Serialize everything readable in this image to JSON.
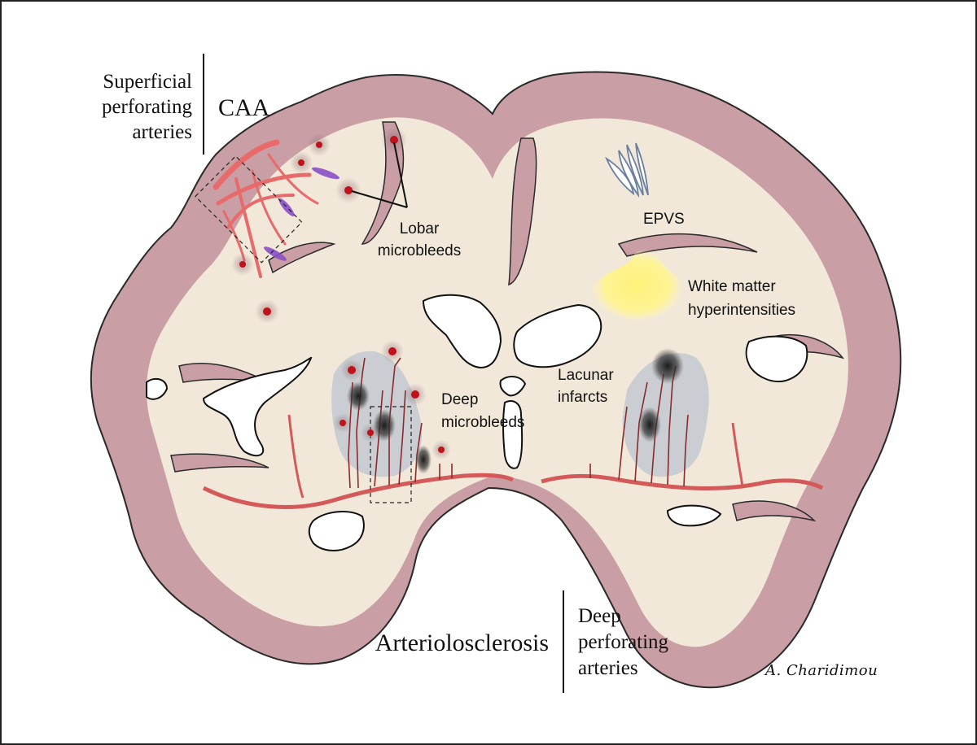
{
  "diagram": {
    "top_left": {
      "vessel_lines": [
        "Superficial",
        "perforating",
        "arteries"
      ],
      "disease": "CAA"
    },
    "bottom": {
      "disease": "Arteriolosclerosis",
      "vessel_lines": [
        "Deep",
        "perforating",
        "arteries"
      ]
    },
    "labels": {
      "lobar": [
        "Lobar",
        "microbleeds"
      ],
      "epvs": "EPVS",
      "wmh": [
        "White matter",
        "hyperintensities"
      ],
      "lacunar": [
        "Lacunar",
        "infarcts"
      ],
      "deep_mb": [
        "Deep",
        "microbleeds"
      ]
    },
    "signature": "A. Charidimou",
    "colors": {
      "cortex": "#c99ea5",
      "white_matter": "#f2e8da",
      "vessel": "#e86a6a",
      "microbleed": "#c0121b",
      "amyloid": "#8a4fc7",
      "wmh": "#fff27a",
      "basal_ganglia": "#a9b8cc",
      "ventricle": "#ffffff"
    }
  }
}
